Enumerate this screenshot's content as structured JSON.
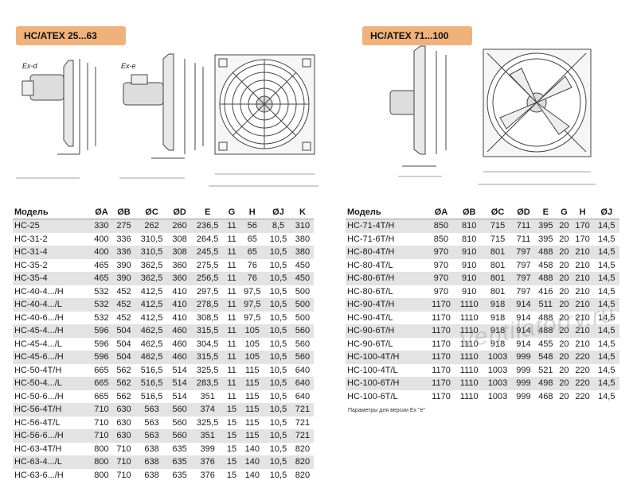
{
  "left_badge": "HC/ATEX 25...63",
  "right_badge": "HC/ATEX 71...100",
  "ex_d_label": "Ex-d",
  "ex_e_label": "Ex-e",
  "watermark": "Ventilatorry.ru",
  "note": "Параметры для версии Ex \"e\"",
  "left_table": {
    "headers": [
      "Модель",
      "ØA",
      "ØB",
      "ØC",
      "ØD",
      "E",
      "G",
      "H",
      "ØJ",
      "K"
    ],
    "rows": [
      [
        "HC-25",
        "330",
        "275",
        "262",
        "260",
        "236,5",
        "11",
        "56",
        "8,5",
        "310"
      ],
      [
        "HC-31-2",
        "400",
        "336",
        "310,5",
        "308",
        "264,5",
        "11",
        "65",
        "10,5",
        "380"
      ],
      [
        "HC-31-4",
        "400",
        "336",
        "310,5",
        "308",
        "245,5",
        "11",
        "65",
        "10,5",
        "380"
      ],
      [
        "HC-35-2",
        "465",
        "390",
        "362,5",
        "360",
        "275,5",
        "11",
        "76",
        "10,5",
        "450"
      ],
      [
        "HC-35-4",
        "465",
        "390",
        "362,5",
        "360",
        "256,5",
        "11",
        "76",
        "10,5",
        "450"
      ],
      [
        "HC-40-4.../H",
        "532",
        "452",
        "412,5",
        "410",
        "297,5",
        "11",
        "97,5",
        "10,5",
        "500"
      ],
      [
        "HC-40-4.../L",
        "532",
        "452",
        "412,5",
        "410",
        "278,5",
        "11",
        "97,5",
        "10,5",
        "500"
      ],
      [
        "HC-40-6.../H",
        "532",
        "452",
        "412,5",
        "410",
        "308,5",
        "11",
        "97,5",
        "10,5",
        "500"
      ],
      [
        "HC-45-4.../H",
        "596",
        "504",
        "462,5",
        "460",
        "315,5",
        "11",
        "105",
        "10,5",
        "560"
      ],
      [
        "HC-45-4.../L",
        "596",
        "504",
        "462,5",
        "460",
        "304,5",
        "11",
        "105",
        "10,5",
        "560"
      ],
      [
        "HC-45-6.../H",
        "596",
        "504",
        "462,5",
        "460",
        "315,5",
        "11",
        "105",
        "10,5",
        "560"
      ],
      [
        "HC-50-4T/H",
        "665",
        "562",
        "516,5",
        "514",
        "325,5",
        "11",
        "115",
        "10,5",
        "640"
      ],
      [
        "HC-50-4.../L",
        "665",
        "562",
        "516,5",
        "514",
        "283,5",
        "11",
        "115",
        "10,5",
        "640"
      ],
      [
        "HC-50-6.../H",
        "665",
        "562",
        "516,5",
        "514",
        "351",
        "11",
        "115",
        "10,5",
        "640"
      ],
      [
        "HC-56-4T/H",
        "710",
        "630",
        "563",
        "560",
        "374",
        "15",
        "115",
        "10,5",
        "721"
      ],
      [
        "HC-56-4T/L",
        "710",
        "630",
        "563",
        "560",
        "325,5",
        "15",
        "115",
        "10,5",
        "721"
      ],
      [
        "HC-56-6.../H",
        "710",
        "630",
        "563",
        "560",
        "351",
        "15",
        "115",
        "10,5",
        "721"
      ],
      [
        "HC-63-4T/H",
        "800",
        "710",
        "638",
        "635",
        "399",
        "15",
        "140",
        "10,5",
        "820"
      ],
      [
        "HC-63-4.../L",
        "800",
        "710",
        "638",
        "635",
        "376",
        "15",
        "140",
        "10,5",
        "820"
      ],
      [
        "HC-63-6.../H",
        "800",
        "710",
        "638",
        "635",
        "376",
        "15",
        "140",
        "10,5",
        "820"
      ]
    ]
  },
  "right_table": {
    "headers": [
      "Модель",
      "ØA",
      "ØB",
      "ØC",
      "ØD",
      "E",
      "G",
      "H",
      "ØJ"
    ],
    "rows": [
      [
        "HC-71-4T/H",
        "850",
        "810",
        "715",
        "711",
        "395",
        "20",
        "170",
        "14,5"
      ],
      [
        "HC-71-6T/H",
        "850",
        "810",
        "715",
        "711",
        "395",
        "20",
        "170",
        "14,5"
      ],
      [
        "HC-80-4T/H",
        "970",
        "910",
        "801",
        "797",
        "488",
        "20",
        "210",
        "14,5"
      ],
      [
        "HC-80-4T/L",
        "970",
        "910",
        "801",
        "797",
        "458",
        "20",
        "210",
        "14,5"
      ],
      [
        "HC-80-6T/H",
        "970",
        "910",
        "801",
        "797",
        "488",
        "20",
        "210",
        "14,5"
      ],
      [
        "HC-80-6T/L",
        "970",
        "910",
        "801",
        "797",
        "416",
        "20",
        "210",
        "14,5"
      ],
      [
        "HC-90-4T/H",
        "1170",
        "1110",
        "918",
        "914",
        "511",
        "20",
        "210",
        "14,5"
      ],
      [
        "HC-90-4T/L",
        "1170",
        "1110",
        "918",
        "914",
        "488",
        "20",
        "210",
        "14,5"
      ],
      [
        "HC-90-6T/H",
        "1170",
        "1110",
        "918",
        "914",
        "488",
        "20",
        "210",
        "14,5"
      ],
      [
        "HC-90-6T/L",
        "1170",
        "1110",
        "918",
        "914",
        "455",
        "20",
        "210",
        "14,5"
      ],
      [
        "HC-100-4T/H",
        "1170",
        "1110",
        "1003",
        "999",
        "548",
        "20",
        "220",
        "14,5"
      ],
      [
        "HC-100-4T/L",
        "1170",
        "1110",
        "1003",
        "999",
        "521",
        "20",
        "220",
        "14,5"
      ],
      [
        "HC-100-6T/H",
        "1170",
        "1110",
        "1003",
        "999",
        "498",
        "20",
        "220",
        "14,5"
      ],
      [
        "HC-100-6T/L",
        "1170",
        "1110",
        "1003",
        "999",
        "468",
        "20",
        "220",
        "14,5"
      ]
    ]
  }
}
